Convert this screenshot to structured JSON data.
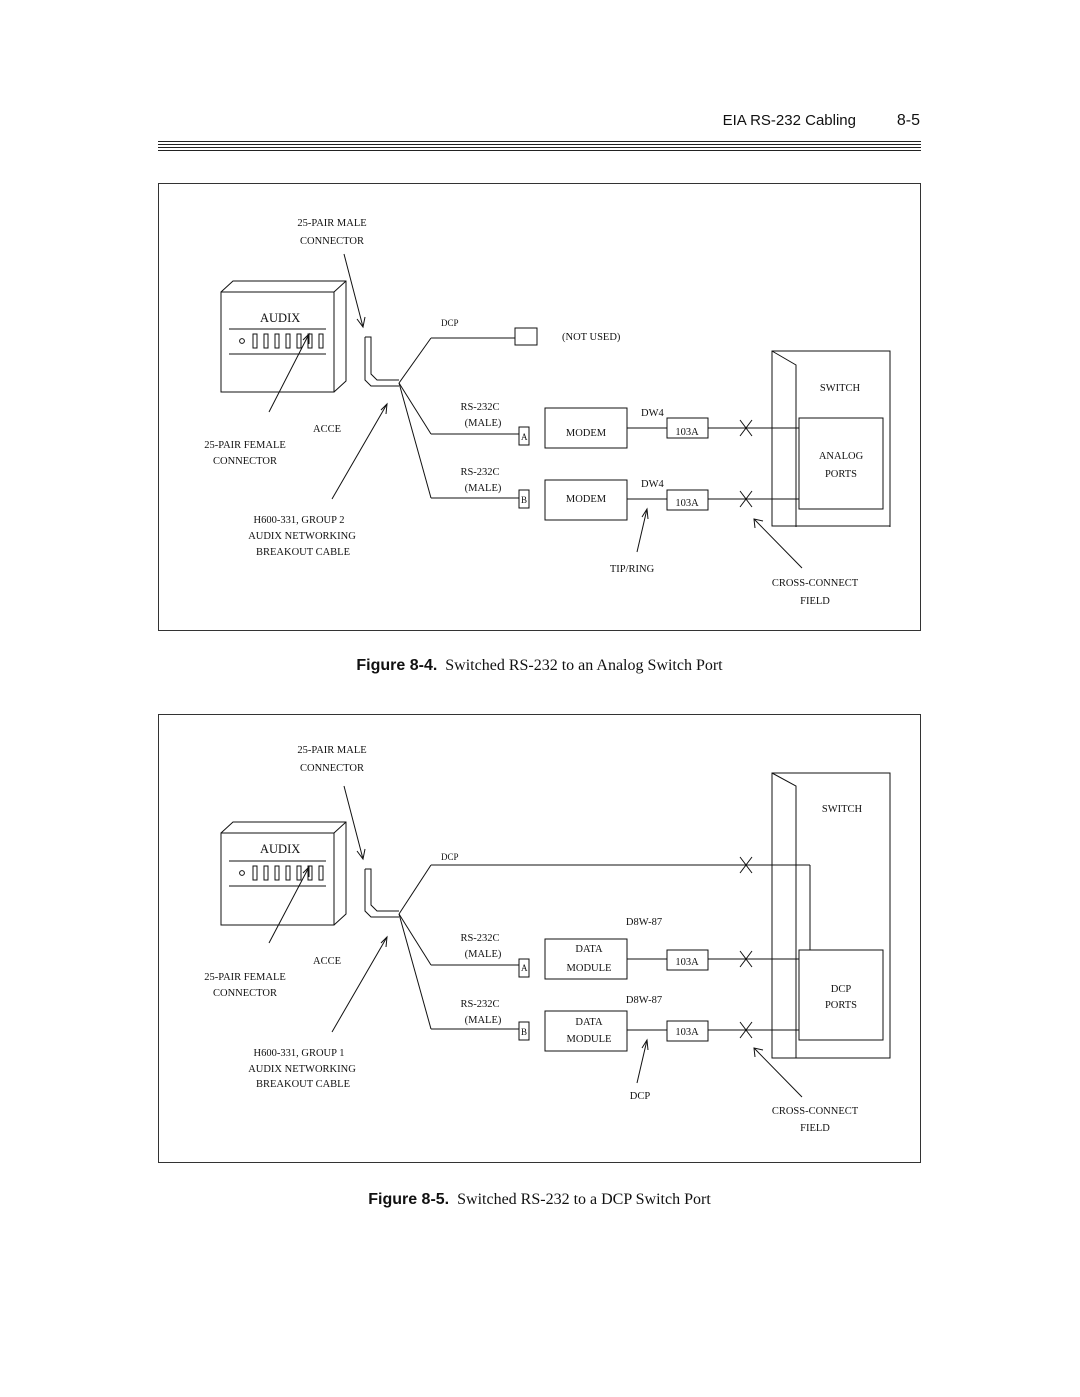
{
  "header": {
    "section_title": "EIA RS-232 Cabling",
    "page_number": "8-5"
  },
  "figure1": {
    "caption_number": "Figure 8-4.",
    "caption_title": "Switched RS-232 to an Analog Switch Port",
    "labels": {
      "male_connector_1": "25-PAIR MALE",
      "male_connector_2": "CONNECTOR",
      "audix": "AUDIX",
      "dcp": "DCP",
      "not_used": "(NOT USED)",
      "switch": "SWITCH",
      "acce": "ACCE",
      "female_connector_1": "25-PAIR FEMALE",
      "female_connector_2": "CONNECTOR",
      "rs232c_a": "RS-232C",
      "male_a": "(MALE)",
      "port_a": "A",
      "device_a": "MODEM",
      "line_a": "DW4",
      "jack_a": "103A",
      "rs232c_b": "RS-232C",
      "male_b": "(MALE)",
      "port_b": "B",
      "device_b": "MODEM",
      "line_b": "DW4",
      "jack_b": "103A",
      "ports_1": "ANALOG",
      "ports_2": "PORTS",
      "cable_1": "H600-331, GROUP 2",
      "cable_2": "AUDIX NETWORKING",
      "cable_3": "BREAKOUT CABLE",
      "tip_ring": "TIP/RING",
      "cross_connect_1": "CROSS-CONNECT",
      "cross_connect_2": "FIELD"
    }
  },
  "figure2": {
    "caption_number": "Figure 8-5.",
    "caption_title": "Switched RS-232 to a DCP Switch Port",
    "labels": {
      "male_connector_1": "25-PAIR MALE",
      "male_connector_2": "CONNECTOR",
      "audix": "AUDIX",
      "dcp": "DCP",
      "switch": "SWITCH",
      "d8w_top": "D8W-87",
      "acce": "ACCE",
      "female_connector_1": "25-PAIR FEMALE",
      "female_connector_2": "CONNECTOR",
      "rs232c_a": "RS-232C",
      "male_a": "(MALE)",
      "port_a": "A",
      "device_a_1": "DATA",
      "device_a_2": "MODULE",
      "jack_a": "103A",
      "d8w_bottom": "D8W-87",
      "rs232c_b": "RS-232C",
      "male_b": "(MALE)",
      "port_b": "B",
      "device_b_1": "DATA",
      "device_b_2": "MODULE",
      "jack_b": "103A",
      "ports_1": "DCP",
      "ports_2": "PORTS",
      "cable_1": "H600-331, GROUP 1",
      "cable_2": "AUDIX NETWORKING",
      "cable_3": "BREAKOUT CABLE",
      "dcp_bottom": "DCP",
      "cross_connect_1": "CROSS-CONNECT",
      "cross_connect_2": "FIELD"
    }
  }
}
